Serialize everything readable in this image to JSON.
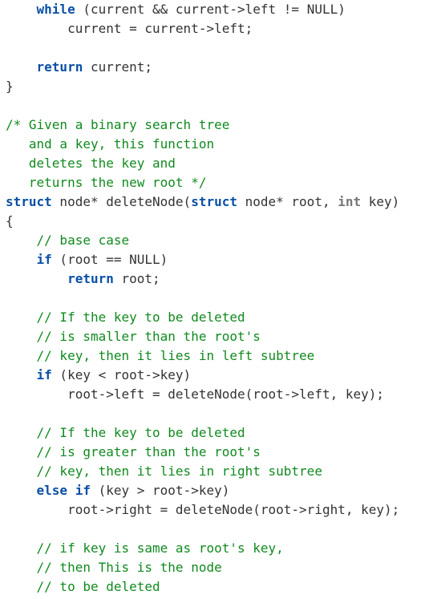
{
  "colors": {
    "background": "#ffffff",
    "text": "#333333",
    "keyword": "#0a4fa6",
    "type": "#777777",
    "comment": "#118a1f"
  },
  "code": {
    "lines": [
      [
        {
          "t": "    ",
          "c": "plain"
        },
        {
          "t": "while",
          "c": "kw"
        },
        {
          "t": " (current && current->left != NULL)",
          "c": "plain"
        }
      ],
      [
        {
          "t": "        current = current->left;",
          "c": "plain"
        }
      ],
      [],
      [
        {
          "t": "    ",
          "c": "plain"
        },
        {
          "t": "return",
          "c": "kw"
        },
        {
          "t": " current;",
          "c": "plain"
        }
      ],
      [
        {
          "t": "}",
          "c": "plain"
        }
      ],
      [],
      [
        {
          "t": "/* Given a binary search tree",
          "c": "cm"
        }
      ],
      [
        {
          "t": "   and a key, this function",
          "c": "cm"
        }
      ],
      [
        {
          "t": "   deletes the key and",
          "c": "cm"
        }
      ],
      [
        {
          "t": "   returns the new root */",
          "c": "cm"
        }
      ],
      [
        {
          "t": "struct",
          "c": "kw"
        },
        {
          "t": " node* deleteNode(",
          "c": "plain"
        },
        {
          "t": "struct",
          "c": "kw"
        },
        {
          "t": " node* root, ",
          "c": "plain"
        },
        {
          "t": "int",
          "c": "type"
        },
        {
          "t": " key)",
          "c": "plain"
        }
      ],
      [
        {
          "t": "{",
          "c": "plain"
        }
      ],
      [
        {
          "t": "    ",
          "c": "plain"
        },
        {
          "t": "// base case",
          "c": "cm"
        }
      ],
      [
        {
          "t": "    ",
          "c": "plain"
        },
        {
          "t": "if",
          "c": "kw"
        },
        {
          "t": " (root == NULL)",
          "c": "plain"
        }
      ],
      [
        {
          "t": "        ",
          "c": "plain"
        },
        {
          "t": "return",
          "c": "kw"
        },
        {
          "t": " root;",
          "c": "plain"
        }
      ],
      [],
      [
        {
          "t": "    ",
          "c": "plain"
        },
        {
          "t": "// If the key to be deleted",
          "c": "cm"
        }
      ],
      [
        {
          "t": "    ",
          "c": "plain"
        },
        {
          "t": "// is smaller than the root's",
          "c": "cm"
        }
      ],
      [
        {
          "t": "    ",
          "c": "plain"
        },
        {
          "t": "// key, then it lies in left subtree",
          "c": "cm"
        }
      ],
      [
        {
          "t": "    ",
          "c": "plain"
        },
        {
          "t": "if",
          "c": "kw"
        },
        {
          "t": " (key < root->key)",
          "c": "plain"
        }
      ],
      [
        {
          "t": "        root->left = deleteNode(root->left, key);",
          "c": "plain"
        }
      ],
      [],
      [
        {
          "t": "    ",
          "c": "plain"
        },
        {
          "t": "// If the key to be deleted",
          "c": "cm"
        }
      ],
      [
        {
          "t": "    ",
          "c": "plain"
        },
        {
          "t": "// is greater than the root's",
          "c": "cm"
        }
      ],
      [
        {
          "t": "    ",
          "c": "plain"
        },
        {
          "t": "// key, then it lies in right subtree",
          "c": "cm"
        }
      ],
      [
        {
          "t": "    ",
          "c": "plain"
        },
        {
          "t": "else if",
          "c": "kw"
        },
        {
          "t": " (key > root->key)",
          "c": "plain"
        }
      ],
      [
        {
          "t": "        root->right = deleteNode(root->right, key);",
          "c": "plain"
        }
      ],
      [],
      [
        {
          "t": "    ",
          "c": "plain"
        },
        {
          "t": "// if key is same as root's key,",
          "c": "cm"
        }
      ],
      [
        {
          "t": "    ",
          "c": "plain"
        },
        {
          "t": "// then This is the node",
          "c": "cm"
        }
      ],
      [
        {
          "t": "    ",
          "c": "plain"
        },
        {
          "t": "// to be deleted",
          "c": "cm"
        }
      ]
    ]
  }
}
